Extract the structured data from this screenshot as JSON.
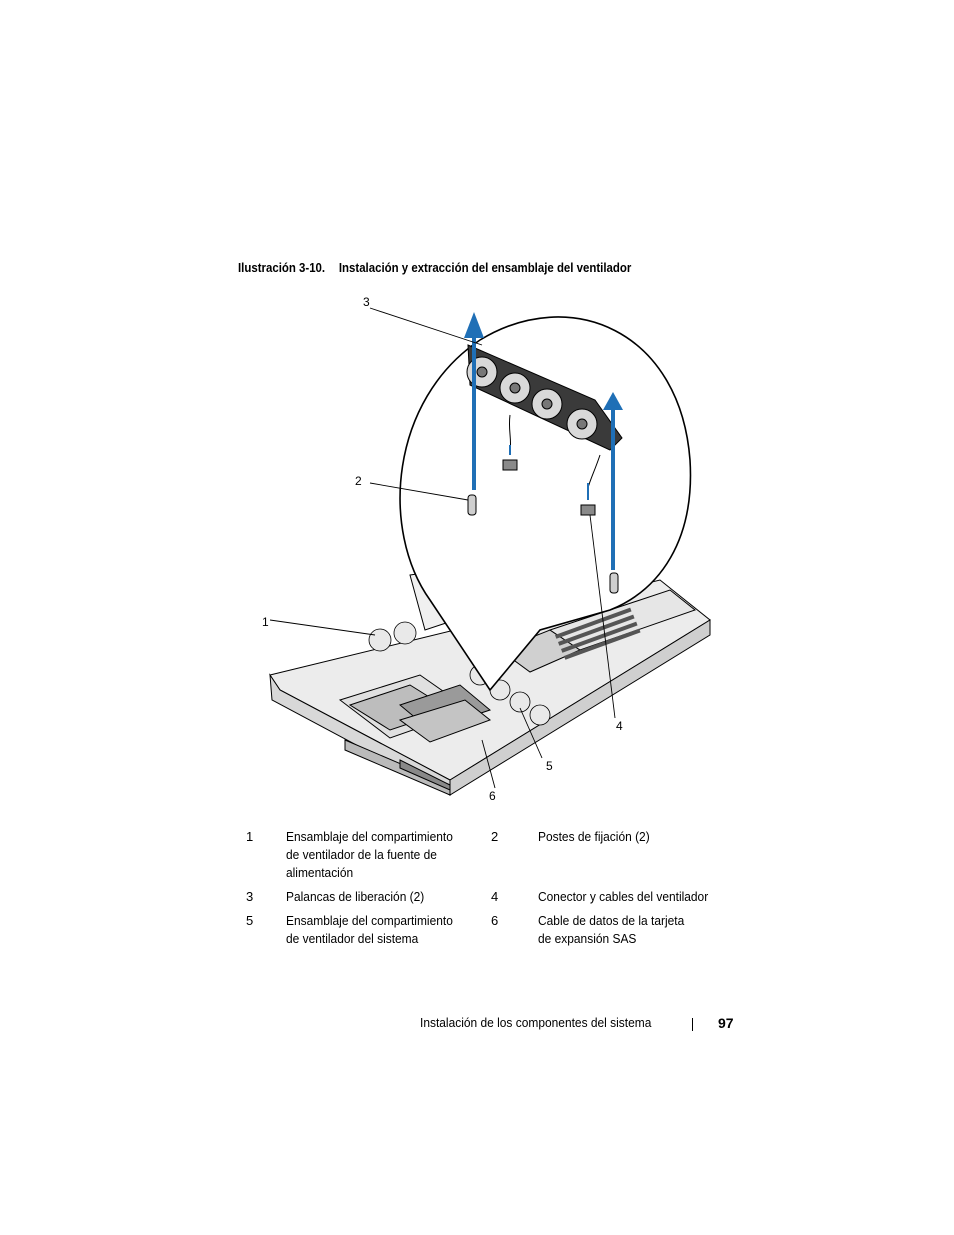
{
  "caption": {
    "label": "Ilustración 3-10.",
    "title": "Instalación y extracción del ensamblaje del ventilador"
  },
  "figure": {
    "callouts": [
      "1",
      "2",
      "3",
      "4",
      "5",
      "6"
    ],
    "arrow_color": "#1f6fb6"
  },
  "legend": [
    {
      "left": {
        "num": "1",
        "text": "Ensamblaje del compartimiento\nde ventilador de la fuente de\nalimentación"
      },
      "right": {
        "num": "2",
        "text": "Postes de fijación (2)"
      }
    },
    {
      "left": {
        "num": "3",
        "text": "Palancas de liberación (2)"
      },
      "right": {
        "num": "4",
        "text": "Conector y cables del ventilador"
      }
    },
    {
      "left": {
        "num": "5",
        "text": "Ensamblaje del compartimiento\nde ventilador del sistema"
      },
      "right": {
        "num": "6",
        "text": "Cable de datos de la tarjeta\nde expansión SAS"
      }
    }
  ],
  "footer": {
    "section": "Instalación de los componentes del sistema",
    "page": "97"
  }
}
